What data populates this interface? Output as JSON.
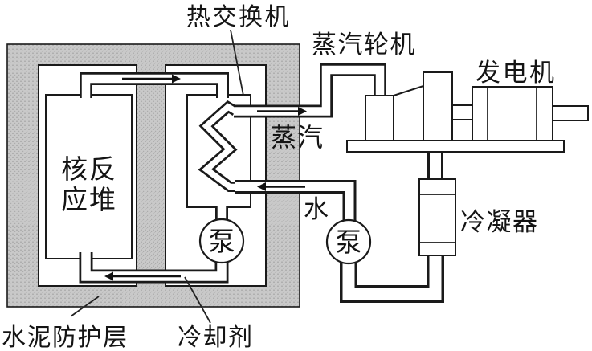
{
  "diagram": {
    "type": "nuclear-power-plant-schematic",
    "labels": {
      "heat_exchanger": "热交换机",
      "steam_turbine": "蒸汽轮机",
      "generator": "发电机",
      "steam": "蒸汽",
      "water": "水",
      "reactor_line1": "核反",
      "reactor_line2": "应堆",
      "primary_pump": "泵",
      "secondary_pump": "泵",
      "condenser": "冷凝器",
      "containment": "水泥防护层",
      "coolant": "冷却剂"
    },
    "colors": {
      "line": "#1a1a1a",
      "containment_fill": "#c8c8c8",
      "background": "#ffffff"
    }
  }
}
